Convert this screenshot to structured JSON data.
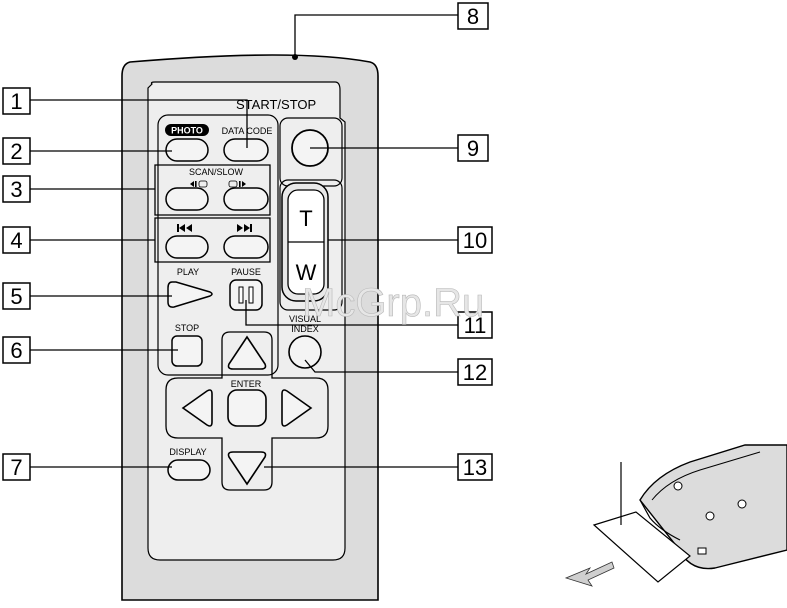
{
  "callouts": [
    "1",
    "2",
    "3",
    "4",
    "5",
    "6",
    "7",
    "8",
    "9",
    "10",
    "11",
    "12",
    "13"
  ],
  "labels": {
    "start_stop": "START/STOP",
    "photo": "PHOTO",
    "data_code": "DATA CODE",
    "scan_slow": "SCAN/SLOW",
    "play": "PLAY",
    "pause": "PAUSE",
    "stop": "STOP",
    "visual": "VISUAL",
    "index": "INDEX",
    "enter": "ENTER",
    "display": "DISPLAY",
    "zoom_t": "T",
    "zoom_w": "W"
  },
  "watermark": "McGrp.Ru",
  "colors": {
    "remote_body": "#dcdcdc",
    "remote_panel": "#eeeeee",
    "button": "#f4f4f4",
    "outline": "#000000",
    "arrow_fill": "#cfcfcf"
  }
}
